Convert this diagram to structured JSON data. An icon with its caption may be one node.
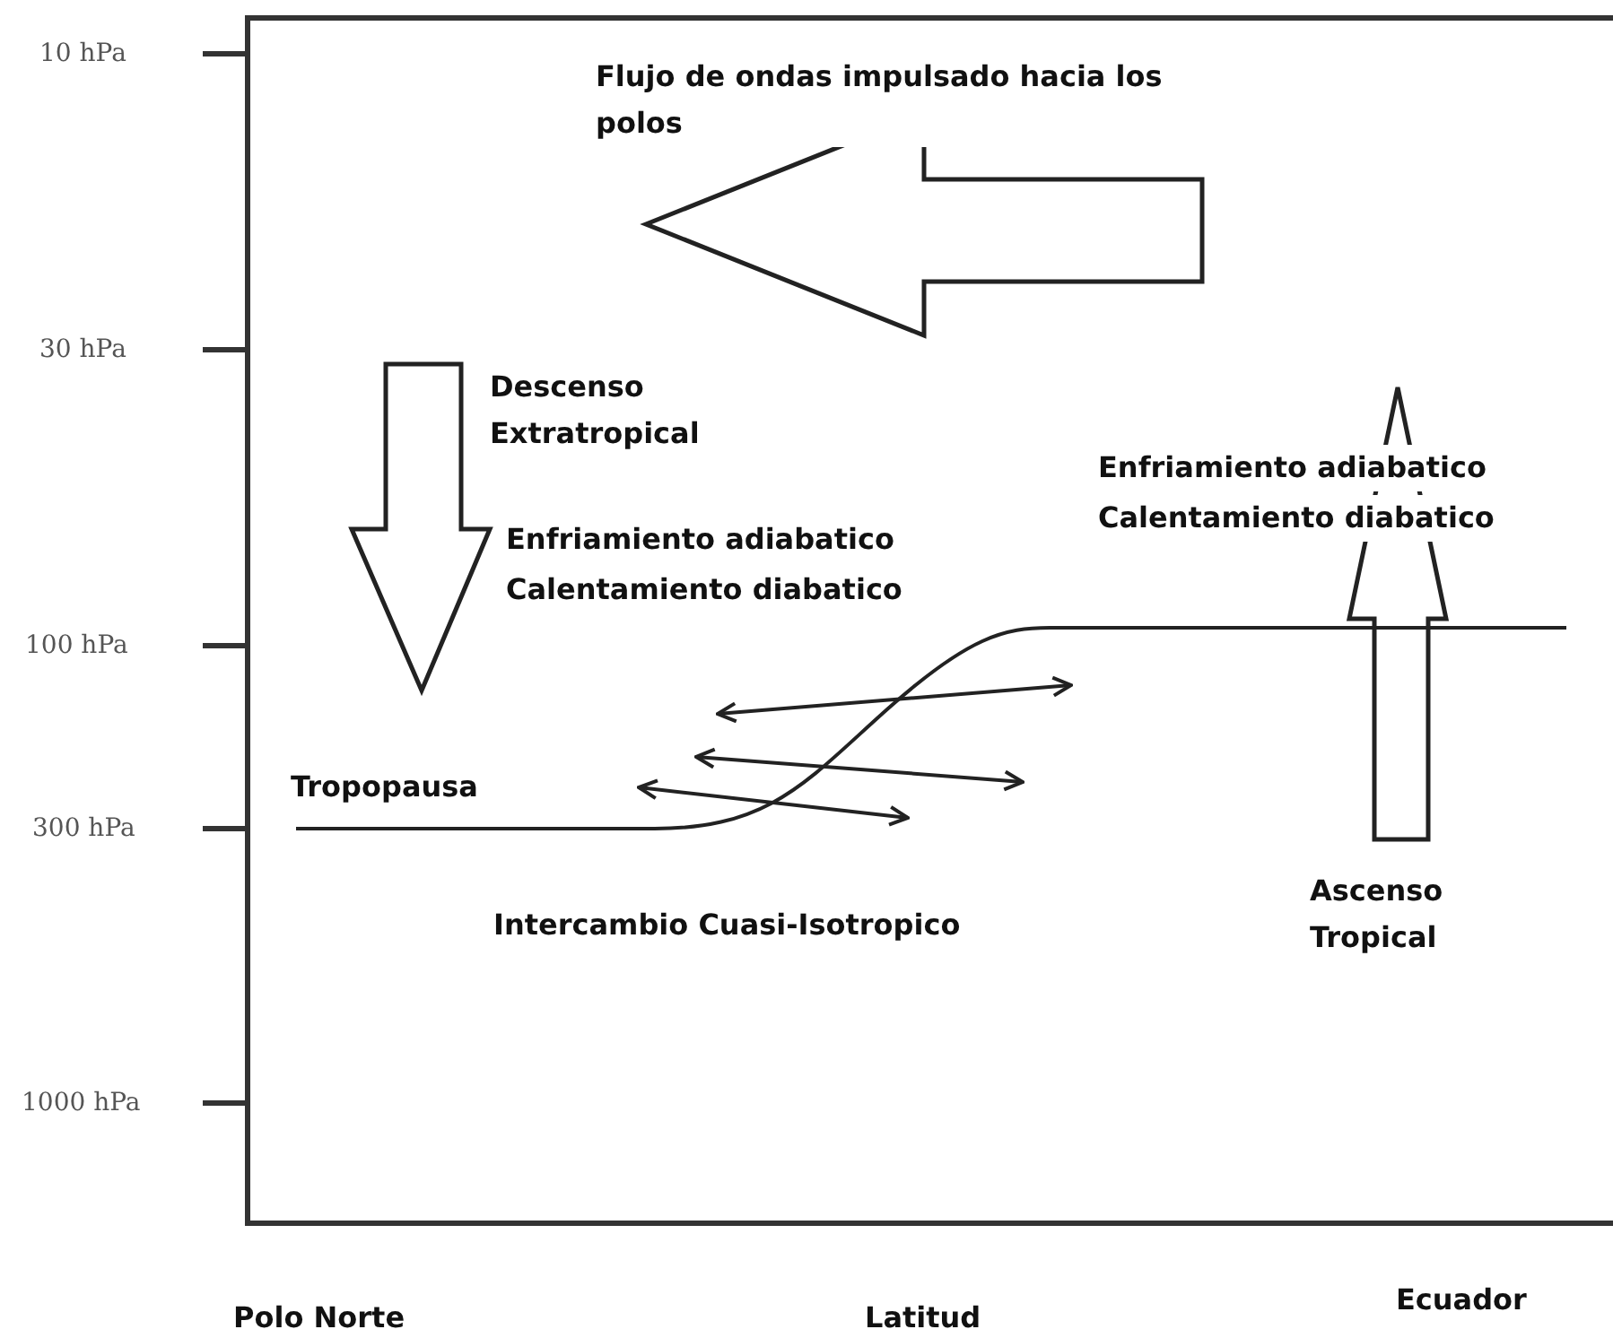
{
  "diagram": {
    "labels": [
      "10 hPa",
      "Flujo de ondas impulsado hacia los polos",
      "30 hPa",
      "Descenso Extratropical",
      "Enfriamiento adiabatico",
      "Calentamiento diabatico",
      "Enfriamiento adiabatico",
      "Calentamiento diabatico",
      "100 hPa",
      "Tropopausa",
      "300 hPa",
      "Ascenso Tropical",
      "Intercambio Cuasi-Isotropico",
      "1000 hPa",
      "Polo Norte",
      "Latitud",
      "Ecuador"
    ]
  }
}
